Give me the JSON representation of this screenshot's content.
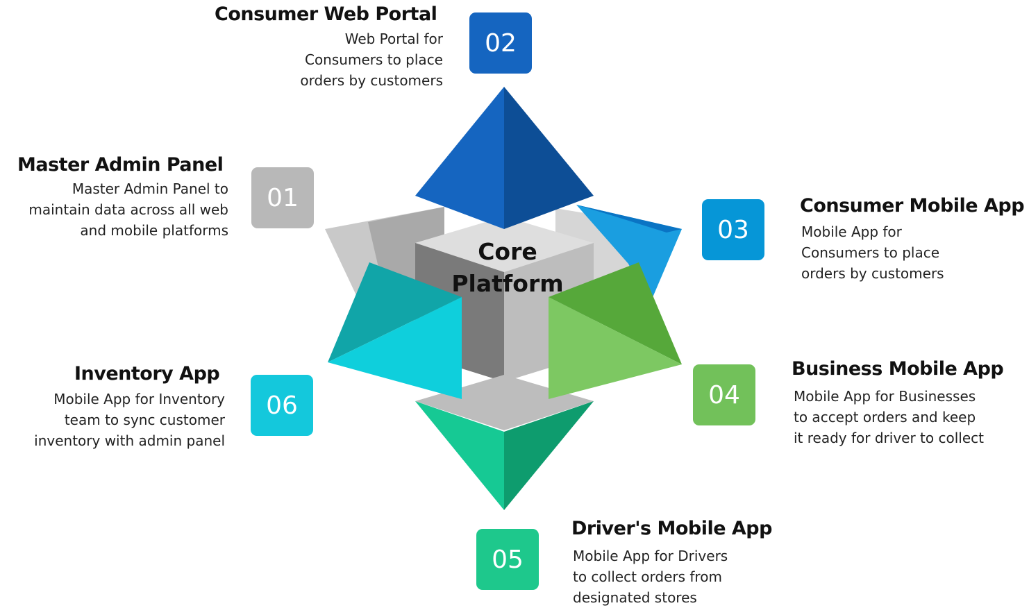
{
  "core": {
    "line1": "Core",
    "line2": "Platform"
  },
  "items": [
    {
      "num": "01",
      "title": "Master Admin Panel",
      "desc": [
        "Master Admin Panel to",
        "maintain data across all web",
        "and mobile platforms"
      ],
      "color": "#b8b8b8"
    },
    {
      "num": "02",
      "title": "Consumer Web Portal",
      "desc": [
        "Web Portal for",
        "Consumers to place",
        "orders by customers"
      ],
      "color": "#1565c0"
    },
    {
      "num": "03",
      "title": "Consumer Mobile App",
      "desc": [
        "Mobile App for",
        "Consumers to place",
        "orders by customers"
      ],
      "color": "#0696d7"
    },
    {
      "num": "04",
      "title": "Business Mobile App",
      "desc": [
        "Mobile App for Businesses",
        "to accept orders and keep",
        "it ready for driver to collect"
      ],
      "color": "#72c15a"
    },
    {
      "num": "05",
      "title": "Driver's Mobile App",
      "desc": [
        "Mobile App for Drivers",
        "to collect orders from",
        "designated stores"
      ],
      "color": "#1ec88c"
    },
    {
      "num": "06",
      "title": "Inventory App",
      "desc": [
        "Mobile App for Inventory",
        "team to sync customer",
        "inventory with admin panel"
      ],
      "color": "#14c8dc"
    }
  ]
}
